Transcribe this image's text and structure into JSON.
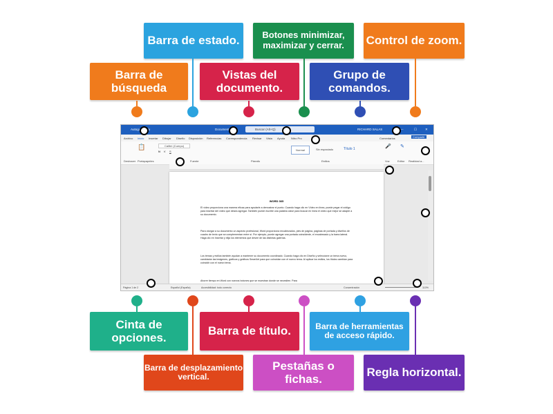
{
  "labels": {
    "barra_estado": "Barra de estado.",
    "botones_ventana": "Botones minimizar, maximizar y cerrar.",
    "control_zoom": "Control de zoom.",
    "barra_busqueda": "Barra de búsqueda",
    "vistas_documento": "Vistas del documento.",
    "grupo_comandos": "Grupo de comandos.",
    "cinta_opciones": "Cinta de opciones.",
    "barra_titulo": "Barra de título.",
    "barra_acceso_rapido": "Barra de herramientas de acceso rápido.",
    "barra_desplazamiento": "Barra de desplazamiento vertical.",
    "pestanas": "Pestañas o fichas.",
    "regla_horizontal": "Regla horizontal."
  },
  "colors": {
    "blue": "#2ba3df",
    "orange": "#f07b1c",
    "crimson": "#d6234a",
    "green": "#1a8f4e",
    "navy": "#2f4fb4",
    "teal": "#1fb08a",
    "darkorange": "#e0471b",
    "pink": "#cc4fc4",
    "lightblue": "#2fa1e2",
    "purple": "#6a2fb2"
  },
  "word": {
    "title_doc": "Documento1",
    "search_placeholder": "Buscar (Alt+Q)",
    "user": "RICHARD SALAS",
    "tabs": [
      "Archivo",
      "Inicio",
      "Insertar",
      "Dibujar",
      "Diseño",
      "Disposición",
      "Referencias",
      "Correspondencia",
      "Revisar",
      "Vista",
      "Ayuda",
      "Nitro Pro"
    ],
    "comments_button": "Comentarios",
    "share_button": "Compartir",
    "styles": [
      "Normal",
      "Sin espaciado",
      "Título 1"
    ],
    "groups": [
      "Deshacer",
      "Portapapeles",
      "Fuente",
      "Párrafo",
      "Estilos",
      "Voz",
      "Editor",
      "Realidad a..."
    ],
    "doc_heading": "WORD 365",
    "paragraphs": [
      "El vídeo proporciona una manera eficaz para ayudarle a demostrar el punto. Cuando haga clic en Vídeo en línea, puede pegar el código para insertar del vídeo que desea agregar. También puede escribir una palabra clave para buscar en línea el vídeo que mejor se adapte a su documento.",
      "Para otorgar a su documento un aspecto profesional, Word proporciona encabezados, pies de página, páginas de portada y diseños de cuadro de texto que se complementan entre sí. Por ejemplo, puede agregar una portada coincidente, el encabezado y la barra lateral. Haga clic en Insertar y elija los elementos que desee de las distintas galerías.",
      "Los temas y estilos también ayudan a mantener su documento coordinado. Cuando haga clic en Diseño y seleccione un tema nuevo, cambiarán las imágenes, gráficos y gráficos SmartArt para que coincidan con el nuevo tema. Al aplicar los estilos, los títulos cambian para coincidir con el nuevo tema.",
      "Ahorre tiempo en Word con nuevos botones que se muestran donde se necesiten. Para"
    ],
    "status_page": "Página 1 de 2",
    "status_lang": "Español (España)",
    "status_access": "Accesibilidad: todo correcto",
    "status_focus": "Concentración",
    "zoom": "110%"
  }
}
